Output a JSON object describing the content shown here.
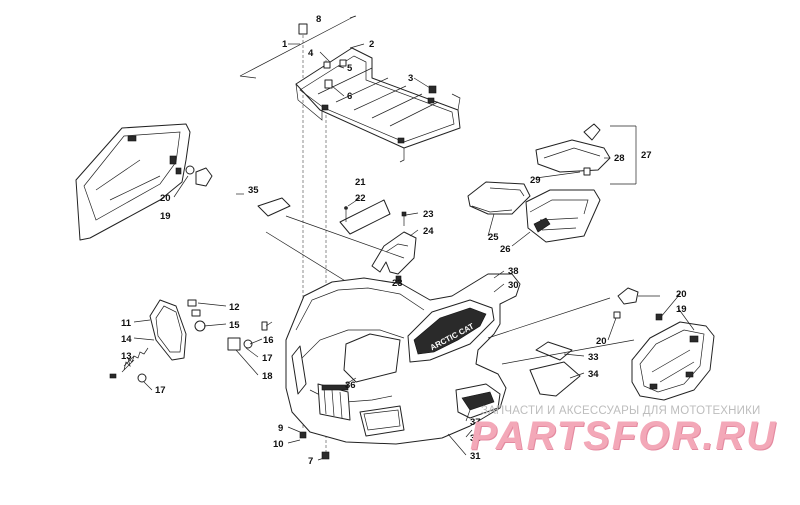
{
  "callouts": [
    {
      "id": "c1",
      "text": "1"
    },
    {
      "id": "c2",
      "text": "2"
    },
    {
      "id": "c3",
      "text": "3"
    },
    {
      "id": "c4",
      "text": "4"
    },
    {
      "id": "c5",
      "text": "5"
    },
    {
      "id": "c6",
      "text": "6"
    },
    {
      "id": "c7",
      "text": "7"
    },
    {
      "id": "c8",
      "text": "8"
    },
    {
      "id": "c9",
      "text": "9"
    },
    {
      "id": "c10",
      "text": "10"
    },
    {
      "id": "c11",
      "text": "11"
    },
    {
      "id": "c12",
      "text": "12"
    },
    {
      "id": "c13",
      "text": "13"
    },
    {
      "id": "c14",
      "text": "14"
    },
    {
      "id": "c15",
      "text": "15"
    },
    {
      "id": "c16",
      "text": "16"
    },
    {
      "id": "c17a",
      "text": "17"
    },
    {
      "id": "c17b",
      "text": "17"
    },
    {
      "id": "c18",
      "text": "18"
    },
    {
      "id": "c19a",
      "text": "19"
    },
    {
      "id": "c19b",
      "text": "19"
    },
    {
      "id": "c20a",
      "text": "20"
    },
    {
      "id": "c20b",
      "text": "20"
    },
    {
      "id": "c20c",
      "text": "20"
    },
    {
      "id": "c21",
      "text": "21"
    },
    {
      "id": "c22",
      "text": "22"
    },
    {
      "id": "c23a",
      "text": "23"
    },
    {
      "id": "c23b",
      "text": "23"
    },
    {
      "id": "c24",
      "text": "24"
    },
    {
      "id": "c25",
      "text": "25"
    },
    {
      "id": "c26",
      "text": "26"
    },
    {
      "id": "c27",
      "text": "27"
    },
    {
      "id": "c28",
      "text": "28"
    },
    {
      "id": "c29",
      "text": "29"
    },
    {
      "id": "c30",
      "text": "30"
    },
    {
      "id": "c31",
      "text": "31"
    },
    {
      "id": "c32",
      "text": "32"
    },
    {
      "id": "c33",
      "text": "33"
    },
    {
      "id": "c34",
      "text": "34"
    },
    {
      "id": "c35",
      "text": "35"
    },
    {
      "id": "c36",
      "text": "36"
    },
    {
      "id": "c37",
      "text": "37"
    },
    {
      "id": "c38",
      "text": "38"
    }
  ],
  "watermark": {
    "caption": "ЗАПЧАСТИ И АКСЕССУАРЫ ДЛЯ МОТОТЕХНИКИ",
    "logo": "PARTSFOR.RU",
    "logo_color": "#f3a8b8"
  }
}
